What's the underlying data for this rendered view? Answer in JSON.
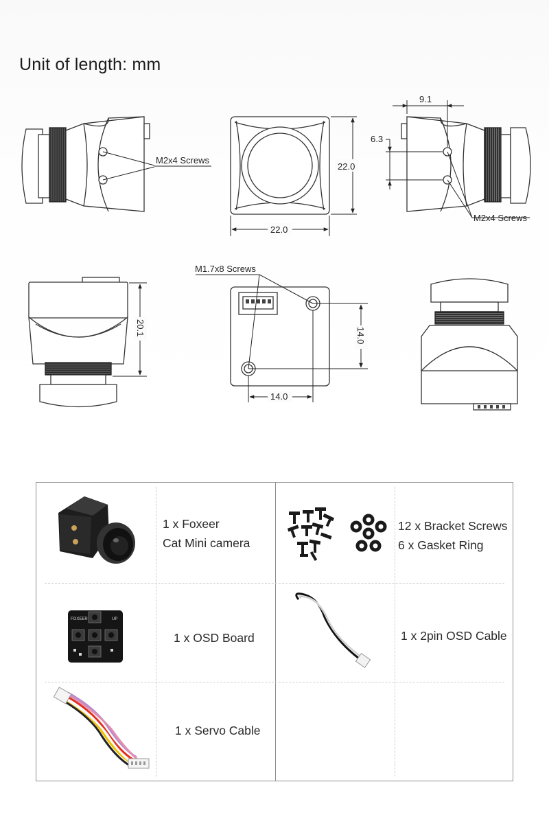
{
  "title": "Unit of length: mm",
  "drawing": {
    "labels": {
      "screws_m2x4_left": "M2x4 Screws",
      "screws_m2x4_right": "M2x4 Screws",
      "screws_m17x8": "M1.7x8 Screws"
    },
    "dimensions": {
      "front_width": "22.0",
      "front_height": "22.0",
      "side_depth": "9.1",
      "side_hole_offset": "6.3",
      "top_height": "20.1",
      "back_hole_vertical": "14.0",
      "back_hole_horizontal": "14.0"
    }
  },
  "package": {
    "items": [
      {
        "lines": [
          "1 x Foxeer",
          "Cat Mini camera"
        ],
        "icon": "camera-icon"
      },
      {
        "lines": [
          "12 x Bracket Screws",
          "6 x Gasket Ring"
        ],
        "icon": "screws-icon"
      },
      {
        "lines": [
          "1 x OSD Board"
        ],
        "icon": "osd-board-icon"
      },
      {
        "lines": [
          "1 x 2pin OSD Cable"
        ],
        "icon": "osd-cable-icon"
      },
      {
        "lines": [
          "1 x Servo Cable"
        ],
        "icon": "servo-cable-icon"
      }
    ],
    "board_labels": {
      "brand": "FOXEER",
      "up": "UP"
    }
  }
}
